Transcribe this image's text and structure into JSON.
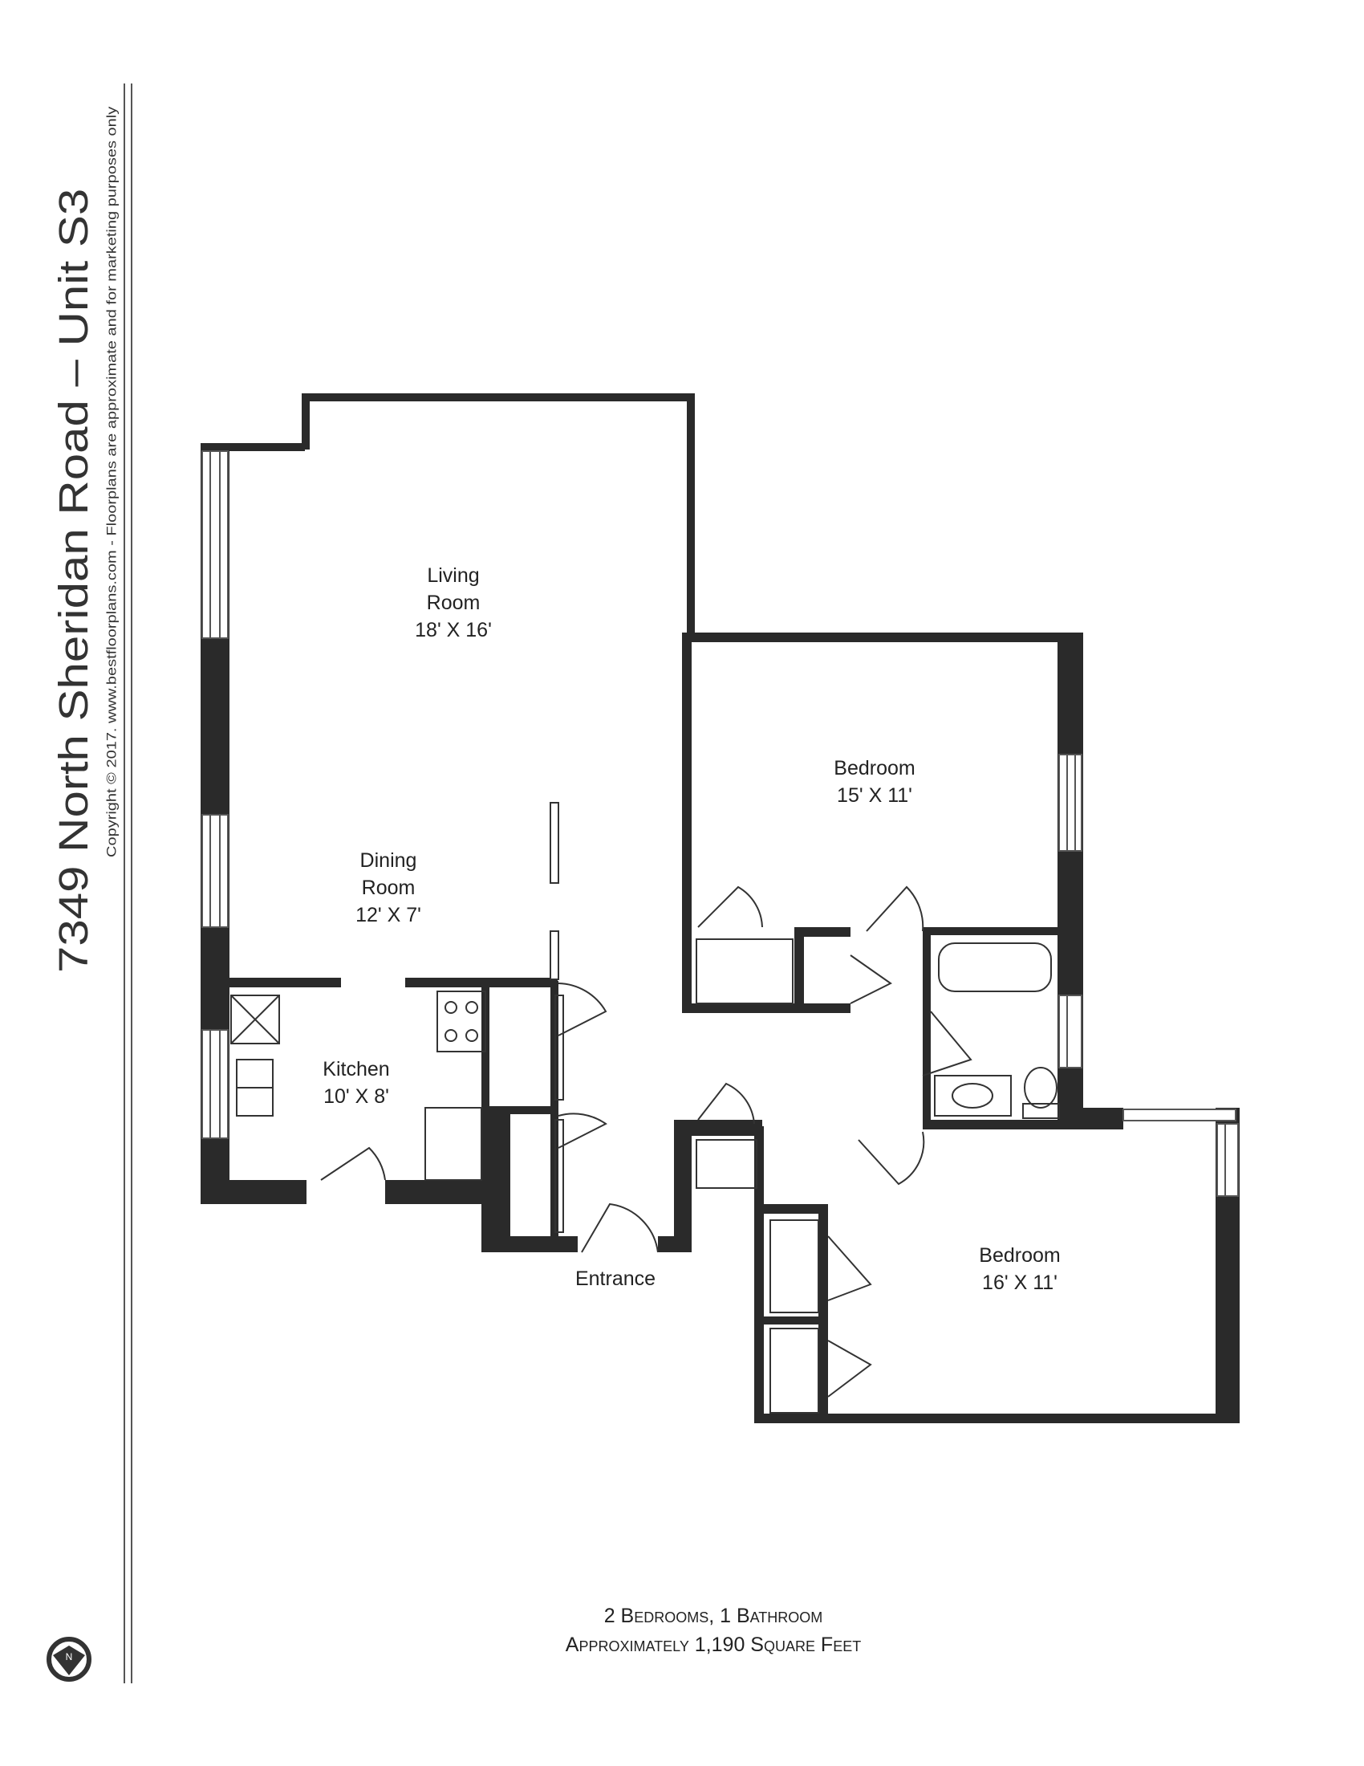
{
  "header": {
    "title": "7349 North Sheridan Road – Unit S3",
    "copyright": "Copyright © 2017. www.bestfloorplans.com - Floorplans are approximate and for marketing purposes only"
  },
  "rooms": {
    "living": {
      "name1": "Living",
      "name2": "Room",
      "size": "18' X 16'"
    },
    "dining": {
      "name1": "Dining",
      "name2": "Room",
      "size": "12' X 7'"
    },
    "kitchen": {
      "name": "Kitchen",
      "size": "10' X 8'"
    },
    "bedroom1": {
      "name": "Bedroom",
      "size": "15' X 11'"
    },
    "bedroom2": {
      "name": "Bedroom",
      "size": "16' X 11'"
    },
    "entrance": {
      "name": "Entrance"
    }
  },
  "footer": {
    "line1": "2 Bedrooms, 1 Bathroom",
    "line2": "Approximately 1,190 Square Feet"
  },
  "compass": {
    "icon": "north-arrow-icon",
    "letter": "N"
  },
  "colors": {
    "wall": "#2a2a2a",
    "text": "#222222"
  }
}
